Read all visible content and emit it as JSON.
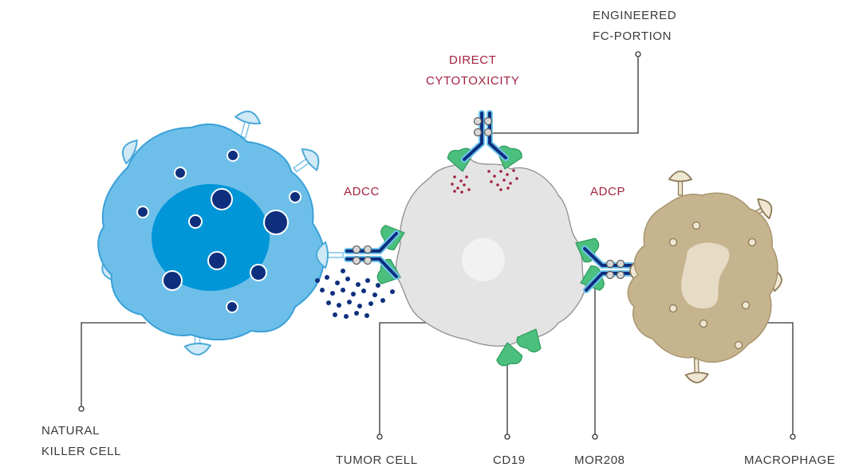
{
  "labels": {
    "nk": [
      "NATURAL",
      "KILLER CELL"
    ],
    "tumor": "TUMOR CELL",
    "cd19": "CD19",
    "mor208": "MOR208",
    "macrophage": "MACROPHAGE",
    "engineered": [
      "ENGINEERED",
      "FC-PORTION"
    ],
    "direct": [
      "DIRECT",
      "CYTOTOXICITY"
    ],
    "adcc": "ADCC",
    "adcp": "ADCP"
  },
  "colors": {
    "nk_outer": "#6dbfe9",
    "nk_inner": "#0096d8",
    "nk_granule": "#0d2f7d",
    "tumor": "#e4e4e4",
    "cd19": "#4bbf7e",
    "antibody": "#0d2f7d",
    "antibody_light": "#6ec5ee",
    "macrophage": "#c6b48f",
    "cytotoxic_dots": "#a3213f",
    "text": "#3a3a3a"
  }
}
